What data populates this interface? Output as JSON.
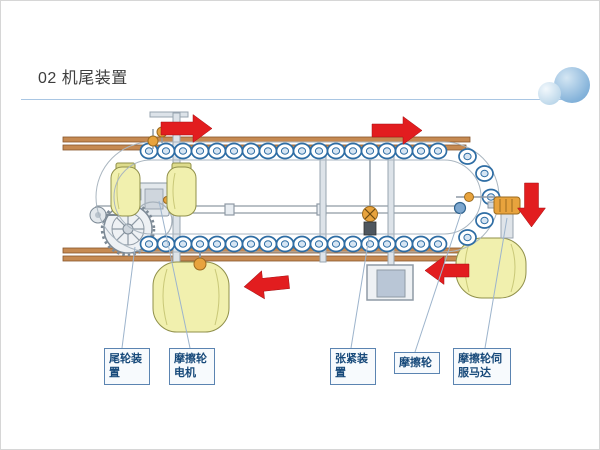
{
  "slide": {
    "title": "02 机尾装置"
  },
  "colors": {
    "divider_blue": "#a9c6e3",
    "arrow_red": "#e21d1f",
    "label_border": "#5b84b1",
    "label_text": "#17497a",
    "roller_blue": "#2e6da4",
    "part_yellow": "#f1f0ae",
    "rail_copper": "#c68a52",
    "frame_gray": "#8f9aa5",
    "orange_part": "#e8a33d"
  },
  "diagram": {
    "description": "tail unit conveyor assembly",
    "labels": [
      {
        "text": "尾轮装置"
      },
      {
        "text": "摩擦轮电机"
      },
      {
        "text": "张紧装置"
      },
      {
        "text": "摩擦轮"
      },
      {
        "text": "摩擦轮伺服马达"
      }
    ],
    "arrows": [
      {
        "direction": "right"
      },
      {
        "direction": "right"
      },
      {
        "direction": "down"
      },
      {
        "direction": "left"
      },
      {
        "direction": "left"
      }
    ]
  }
}
